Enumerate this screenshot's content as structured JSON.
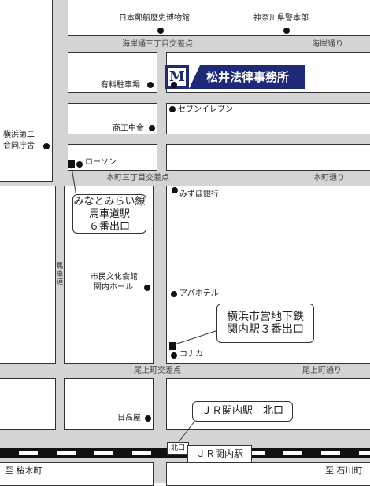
{
  "landmarks": {
    "postal_museum": "日本郵船歴史博物館",
    "police_hq": "神奈川県警本部",
    "paid_parking": "有料駐車場",
    "seven_eleven": "セブンイレブン",
    "shoko_chukin": "商工中金",
    "yokohama_joint_gov": [
      "横浜第二",
      "合同庁舎"
    ],
    "lawson": "ローソン",
    "mizuho": "みずほ銀行",
    "civic_hall": [
      "市民文化会館",
      "関内ホール"
    ],
    "apa_hotel": "アパホテル",
    "konaka": "コナカ",
    "hidakaya": "日高屋"
  },
  "office": {
    "mark": "M",
    "name": "松井法律事務所"
  },
  "roads": {
    "kaigan_3chome": "海岸通三丁目交差点",
    "kaigan_dori": "海岸通り",
    "honcho_3chome": "本町三丁目交差点",
    "honcho_dori": "本町通り",
    "bashamichi_vertical": "馬車道",
    "onoe_crossing": "尾上町交差点",
    "onoe_dori": "尾上町通り"
  },
  "callouts": {
    "minatomirai": [
      "みなとみらい線",
      "馬車道駅",
      "６番出口"
    ],
    "subway": [
      "横浜市営地下鉄",
      "関内駅３番出口"
    ],
    "jr_north": "ＪＲ関内駅　北口"
  },
  "rail": {
    "north_exit": "北口",
    "jr_kannai": "ＪＲ関内駅",
    "to_sakuragicho": "至 桜木町",
    "to_ishikawacho": "至 石川町"
  },
  "colors": {
    "office_bg": "#1e2a78",
    "road": "#d4d4d4"
  }
}
